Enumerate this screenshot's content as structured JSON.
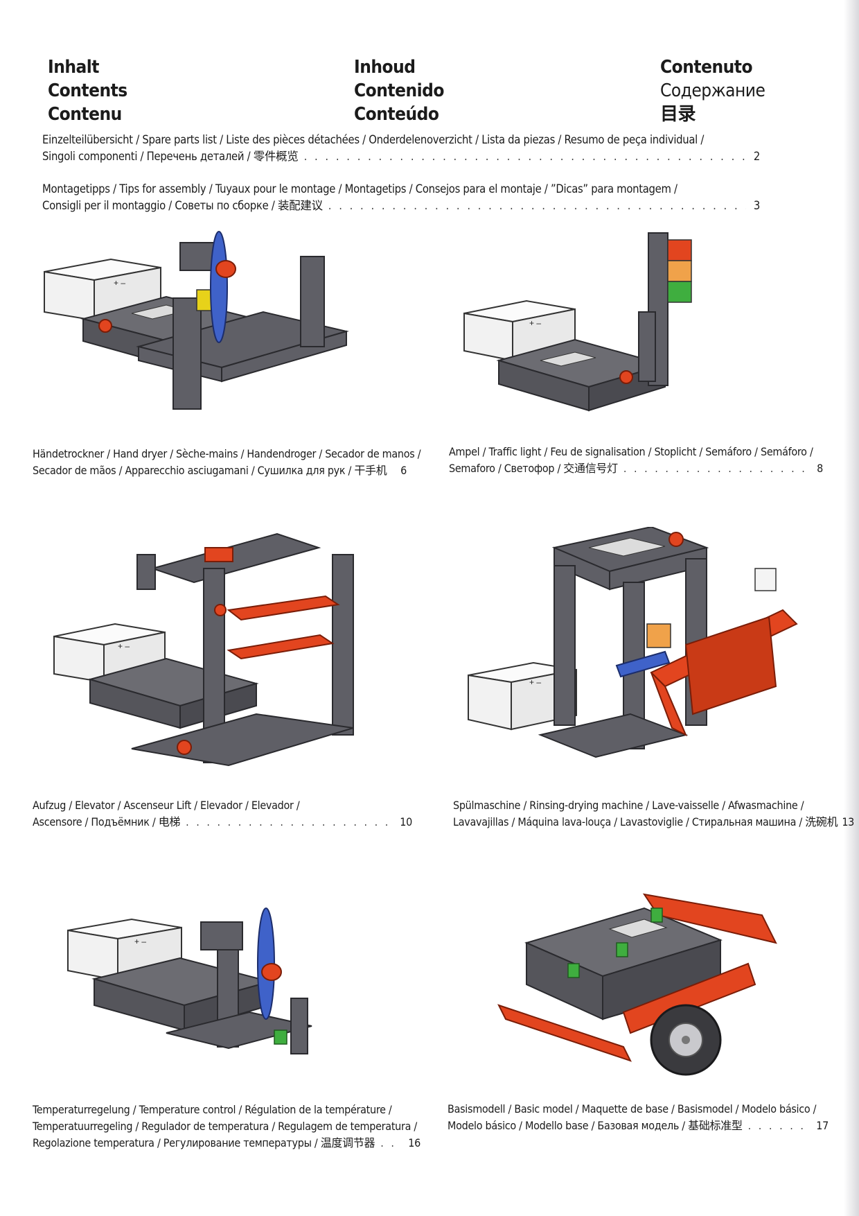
{
  "headings": {
    "col1": [
      "Inhalt",
      "Contents",
      "Contenu"
    ],
    "col2": [
      "Inhoud",
      "Contenido",
      "Conteúdo"
    ],
    "col3": [
      "Contenuto",
      "Содержание",
      "目录"
    ]
  },
  "toc": [
    {
      "line1": "Einzelteilübersicht / Spare parts list / Liste des pièces détachées / Onderdelenoverzicht / Lista da piezas / Resumo de peça individual /",
      "line2": "Singoli componenti / Перечень деталей / 零件概览",
      "page": "2"
    },
    {
      "line1": "Montagetipps / Tips for assembly / Tuyaux pour le montage / Montagetips / Consejos para el montaje / ”Dicas” para montagem /",
      "line2": "Consigli per il montaggio / Советы по сборке / 装配建议",
      "page": "3"
    }
  ],
  "models": [
    {
      "line1": "Händetrockner / Hand dryer / Sèche-mains / Handendroger / Secador de manos /",
      "line2": "Secador de mãos / Apparecchio asciugamani / Сушилка для рук / 干手机",
      "page": "6"
    },
    {
      "line1": "Ampel / Traffic light / Feu de signalisation / Stoplicht / Semáforo / Semáforo /",
      "line2": "Semaforo / Светофор / 交通信号灯",
      "page": "8"
    },
    {
      "line1": "Aufzug / Elevator / Ascenseur Lift / Elevador / Elevador /",
      "line2": "Ascensore / Подъёмник / 电梯",
      "page": "10"
    },
    {
      "line1": "Spülmaschine / Rinsing-drying machine / Lave-vaisselle / Afwasmachine /",
      "line2": "Lavavajillas / Máquina lava-louça / Lavastoviglie / Стиральная машина / 洗碗机",
      "page": "13"
    },
    {
      "line1": "Temperaturregelung / Temperature control / Régulation de la température /",
      "line2": "Temperatuurregeling / Regulador de temperatura / Regulagem de temperatura /",
      "line3": "Regolazione temperatura / Регулирование температуры / 温度调节器",
      "page": "16"
    },
    {
      "line1": "Basismodell / Basic model / Maquette de base / Basismodel / Modelo básico /",
      "line2": "Modelo básico / Modello base / Базовая модель / 基础标准型",
      "page": "17"
    }
  ],
  "colors": {
    "frame": "#5f5f66",
    "frame_dark": "#3e3e44",
    "accent_red": "#e2451f",
    "accent_blue": "#3f62c9",
    "battery": "#f4f4f4",
    "led_green": "#3fae3f",
    "led_yellow": "#e7d21a"
  }
}
